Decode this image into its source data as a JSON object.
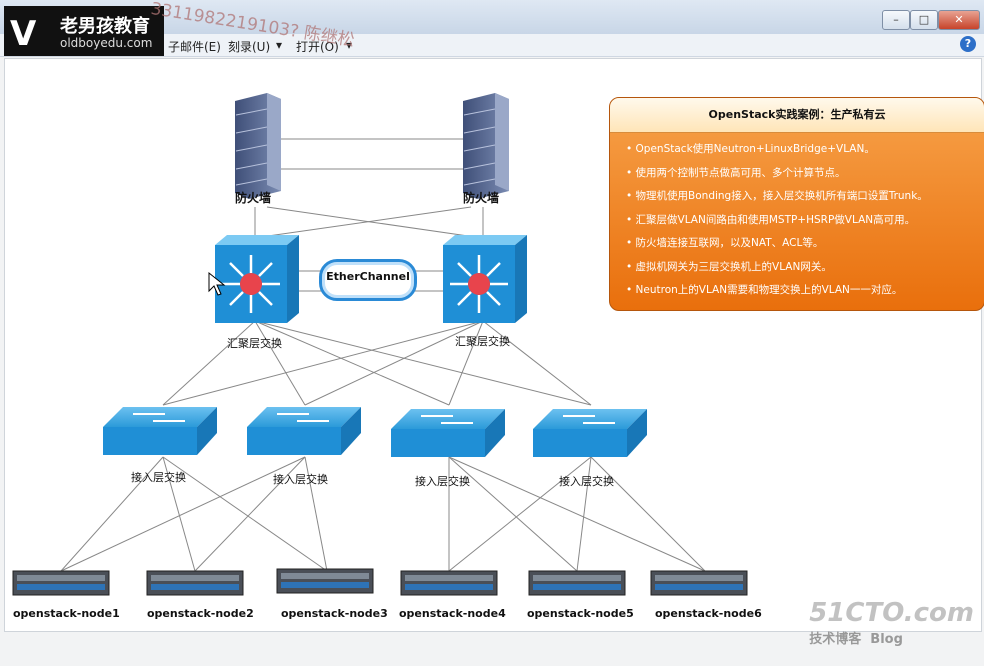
{
  "window": {
    "minimize": "–",
    "maximize": "□",
    "close": "✕"
  },
  "logo": {
    "mark": "V",
    "name_cn": "老男孩教育",
    "url": "oldboyedu.com"
  },
  "watermark": "3311982219103? 陈继松",
  "menu": [
    {
      "label": "子邮件(E)"
    },
    {
      "label": "刻录(U)"
    },
    {
      "label": "打开(O)"
    }
  ],
  "help_label": "?",
  "diagram": {
    "firewall_label": "防火墙",
    "aggregation_label": "汇聚层交换",
    "access_label": "接入层交换",
    "etherchannel_label": "EtherChannel",
    "nodes": [
      "openstack-node1",
      "openstack-node2",
      "openstack-node3",
      "openstack-node4",
      "openstack-node5",
      "openstack-node6"
    ]
  },
  "infobox": {
    "title": "OpenStack实践案例：生产私有云",
    "items": [
      "OpenStack使用Neutron+LinuxBridge+VLAN。",
      "使用两个控制节点做高可用、多个计算节点。",
      "物理机使用Bonding接入，接入层交换机所有端口设置Trunk。",
      "汇聚层做VLAN间路由和使用MSTP+HSRP做VLAN高可用。",
      "防火墙连接互联网，以及NAT、ACL等。",
      "虚拟机网关为三层交换机上的VLAN网关。",
      "Neutron上的VLAN需要和物理交换上的VLAN一一对应。"
    ]
  },
  "footer": {
    "brand": "51CTO.com",
    "sub": "技术博客",
    "blog": "Blog"
  },
  "colors": {
    "switch_blue": "#1f8fd6",
    "info_orange": "#ef7c14",
    "router_core": "#e8444c"
  }
}
